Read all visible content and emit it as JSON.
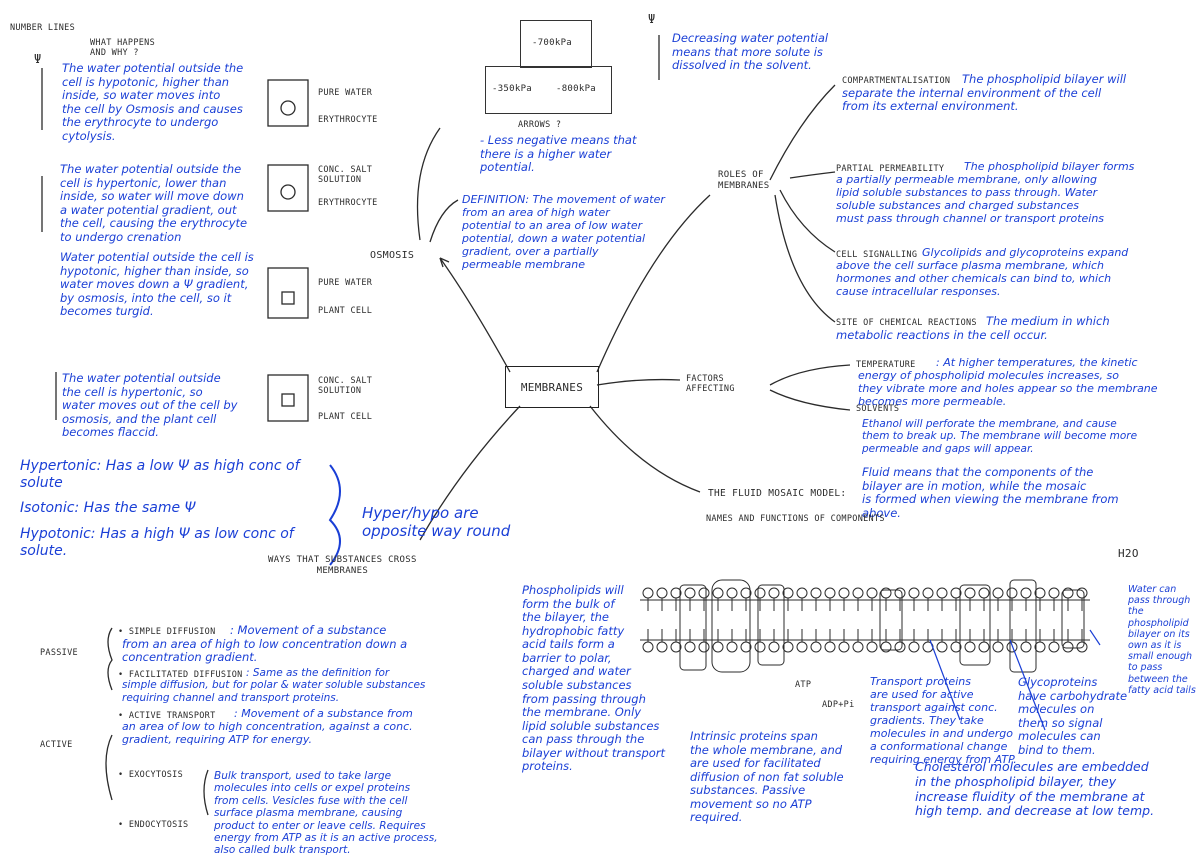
{
  "center": "MEMBRANES",
  "top_left_labels": {
    "number_lines": "NUMBER LINES",
    "what_happens": "WHAT HAPPENS\nAND WHY ?",
    "psi": "Ψ"
  },
  "osmosis_cases": [
    {
      "text": "The water potential outside the\ncell is hypotonic, higher than\ninside, so water moves into\nthe cell by Osmosis and causes\nthe erythrocyte to undergo\ncytolysis.",
      "label1": "PURE WATER",
      "label2": "ERYTHROCYTE"
    },
    {
      "text": "The water potential outside the\ncell is hypertonic, lower than\ninside, so water will move down\na water potential gradient, out\nthe cell, causing the erythrocyte\nto undergo crenation",
      "label1": "CONC. SALT\nSOLUTION",
      "label2": "ERYTHROCYTE"
    },
    {
      "text": "Water potential outside the cell is\nhypotonic, higher than inside, so\nwater moves down a Ψ gradient,\nby osmosis, into the cell, so it\nbecomes turgid.",
      "label1": "PURE WATER",
      "label2": "PLANT CELL"
    },
    {
      "text": "The water potential outside\nthe cell is hypertonic, so\nwater moves out of the cell by\nosmosis, and the plant cell\nbecomes flaccid.",
      "label1": "CONC. SALT\nSOLUTION",
      "label2": "PLANT CELL"
    }
  ],
  "tonicity": {
    "hypertonic": "Hypertonic: Has a low Ψ as high conc of\nsolute",
    "isotonic": "Isotonic:  Has the same Ψ",
    "hypotonic": "Hypotonic: Has a high Ψ as low conc of\nsolute.",
    "note": "Hyper/hypo are\nopposite way round"
  },
  "osmosis_label": "OSMOSIS",
  "diagram_values": {
    "top": "-700kPa",
    "left": "-350kPa",
    "right": "-800kPa",
    "arrows_q": "ARROWS ?"
  },
  "arrows_answer": "- Less negative means that\nthere is a higher water\npotential.",
  "psi_right": "Ψ",
  "decreasing_note": "Decreasing water potential\nmeans that more solute is\ndissolved in the solvent.",
  "definition": "DEFINITION: The movement of water\nfrom an area of high water\npotential to an area of low water\npotential, down a water potential\ngradient, over a partially\npermeable membrane",
  "roles_label": "ROLES OF\nMEMBRANES",
  "roles": [
    {
      "title": "COMPARTMENTALISATION",
      "text": "The phospholipid bilayer will\nseparate the internal environment of the cell\nfrom its external environment."
    },
    {
      "title": "PARTIAL PERMEABILITY",
      "text": "The phospholipid bilayer forms\na partially permeable membrane, only allowing\nlipid soluble substances to pass through. Water\nsoluble substances and charged substances\nmust pass through channel or transport proteins"
    },
    {
      "title": "CELL SIGNALLING",
      "text": "Glycolipids and glycoproteins expand\nabove the cell surface plasma membrane, which\nhormones and other chemicals can bind to, which\ncause intracellular responses."
    },
    {
      "title": "SITE OF CHEMICAL REACTIONS",
      "text": "The medium in which\nmetabolic reactions in the cell occur."
    }
  ],
  "factors_label": "FACTORS\nAFFECTING",
  "temperature": {
    "title": "TEMPERATURE",
    "text": ": At higher temperatures, the kinetic\nenergy of phospholipid molecules increases, so\nthey vibrate more and holes appear so the membrane\nbecomes more permeable."
  },
  "solvents": {
    "title": "SOLVENTS",
    "text": "Ethanol will perforate the membrane, and cause\nthem to break up. The membrane will become more\npermeable and gaps will appear."
  },
  "fluid_mosaic_label": "THE   FLUID MOSAIC MODEL:",
  "fluid_mosaic_text": "Fluid means that the components of the\nbilayer are in motion, while the mosaic\nis formed when viewing the membrane from\nabove.",
  "names_label": "NAMES AND FUNCTIONS OF COMPONENTS",
  "ways_label": "WAYS THAT SUBSTANCES CROSS\nMEMBRANES",
  "passive_label": "PASSIVE",
  "active_label": "ACTIVE",
  "simple_diffusion": {
    "title": "• SIMPLE DIFFUSION",
    "text": ": Movement of a substance\nfrom an area of high to low concentration down a\nconcentration gradient."
  },
  "facilitated": {
    "title": "• FACILITATED DIFFUSION",
    "text": ": Same as the definition for\nsimple diffusion, but for polar & water soluble substances\nrequiring channel and transport proteins."
  },
  "active_transport": {
    "title": "• ACTIVE   TRANSPORT",
    "text": ": Movement of a substance from\nan area of low to high concentration, against a conc.\ngradient, requiring ATP for energy."
  },
  "exocytosis": "• EXOCYTOSIS",
  "endocytosis": "• ENDOCYTOSIS",
  "bulk_text": "Bulk transport, used to take large\nmolecules into cells or expel proteins\nfrom cells. Vesicles fuse with the cell\nsurface plasma membrane, causing\nproduct to enter or leave cells. Requires\nenergy from ATP as it is an active process,\nalso called bulk transport.",
  "phospholipids_text": "Phospholipids will\nform the bulk of\nthe bilayer, the\nhydrophobic fatty\nacid tails form a\nbarrier to polar,\ncharged and water\nsoluble substances\nfrom passing through\nthe membrane. Only\nlipid soluble substances\ncan pass through the\nbilayer without transport\nproteins.",
  "intrinsic_text": "Intrinsic proteins span\nthe whole membrane, and\nare used for facilitated\ndiffusion of non fat soluble\nsubstances. Passive\nmovement so no ATP\nrequired.",
  "transport_text": "Transport proteins\nare used for active\ntransport against conc.\ngradients. They take\nmolecules in and undergo\na conformational change\nrequiring energy from ATP.",
  "glycoproteins_text": "Glycoproteins\nhave carbohydrate\nmolecules on\nthem so signal\nmolecules can\nbind to them.",
  "water_text": "Water can\npass through\nthe phospholipid\nbilayer on its\nown as it is\nsmall enough\nto pass\nbetween the\nfatty acid tails",
  "cholesterol_text": "Cholesterol molecules are embedded\nin the phospholipid bilayer, they\nincrease fluidity of the membrane at\nhigh temp. and decrease at low temp.",
  "atp_labels": {
    "atp": "ATP",
    "adp": "ADP+Pi",
    "h2o": "H2O"
  }
}
